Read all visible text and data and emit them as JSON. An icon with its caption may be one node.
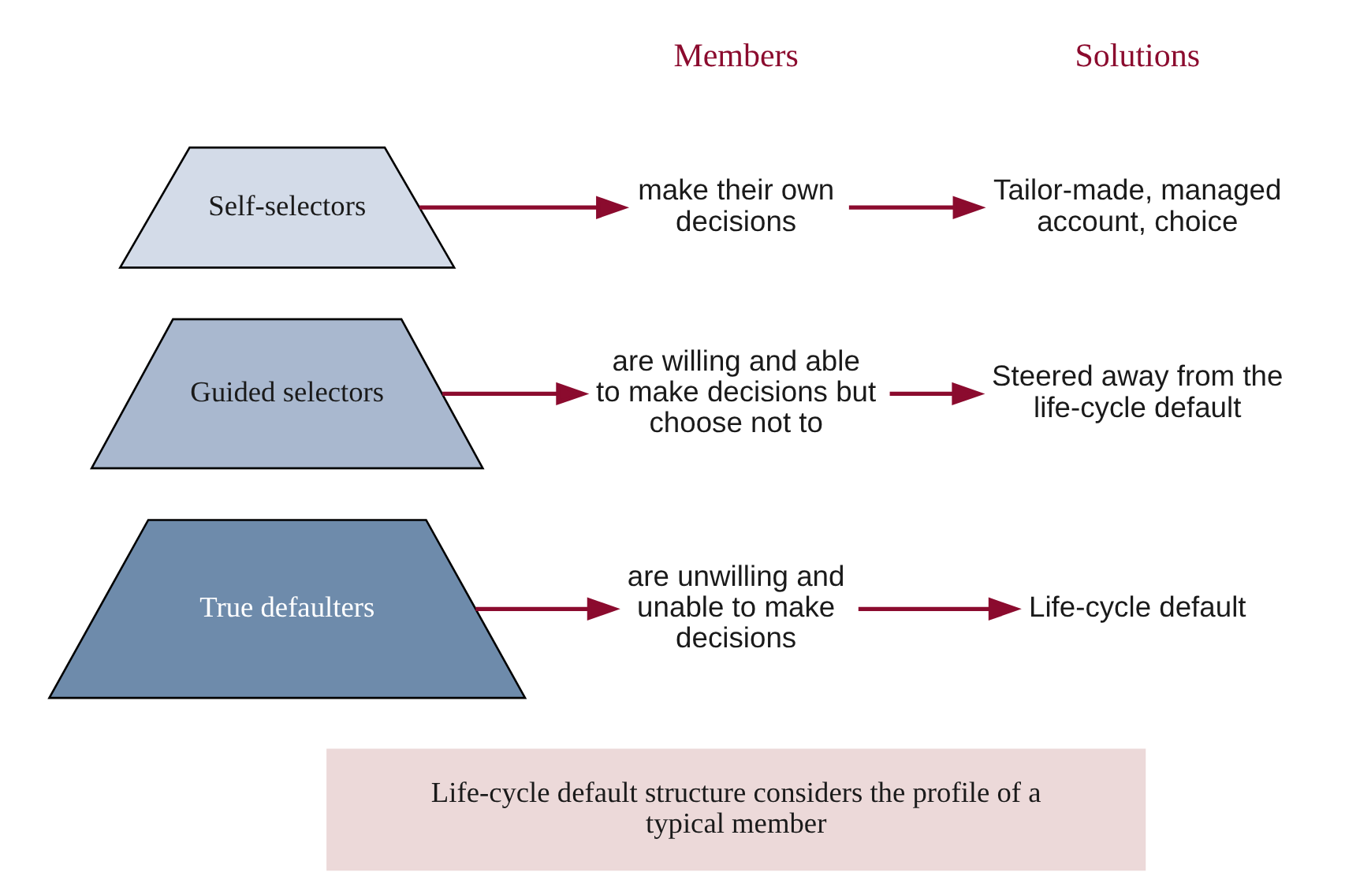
{
  "diagram": {
    "nodes": [
      {
        "text": [
          "Self-selectors"
        ]
      },
      {
        "text": [
          "make their own decisions"
        ]
      },
      {
        "text": [
          "Tailor-made, managed account, choice"
        ]
      },
      {
        "text": [
          "Guided selectors"
        ]
      },
      {
        "text": [
          "are willing and able to make decisions but choose not to"
        ]
      },
      {
        "text": [
          "Steered away from the life-cycle default"
        ]
      },
      {
        "text": [
          "True defaulters"
        ]
      },
      {
        "text": [
          "are unwilling and unable to make decisions"
        ]
      },
      {
        "text": [
          "Life-cycle default"
        ]
      },
      {
        "text": [
          "Life-cycle default structure considers the profile of a typical member"
        ]
      }
    ],
    "edges": [
      {
        "from": 0,
        "to": 1,
        "arrow": "to"
      },
      {
        "from": 1,
        "to": 2,
        "arrow": "to"
      },
      {
        "from": 3,
        "to": 4,
        "arrow": "to"
      },
      {
        "from": 4,
        "to": 5,
        "arrow": "to"
      },
      {
        "from": 6,
        "to": 7,
        "arrow": "to"
      },
      {
        "from": 7,
        "to": 8,
        "arrow": "to"
      }
    ],
    "labels": [
      "Members",
      "Solutions"
    ]
  }
}
